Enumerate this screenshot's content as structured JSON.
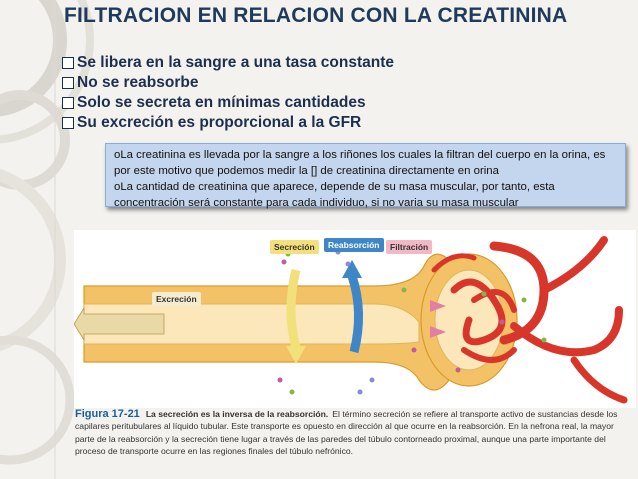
{
  "slide": {
    "title": "FILTRACION EN RELACION CON LA CREATININA",
    "bullets": [
      "Se libera en la sangre a una tasa constante",
      "No se reabsorbe",
      "Solo se secreta en mínimas cantidades",
      "Su excreción es proporcional a la GFR"
    ],
    "note": [
      "oLa creatinina es llevada por la sangre a los riñones los cuales la filtran del cuerpo en la orina, es por este motivo que podemos medir la [] de creatinina directamente en orina",
      "oLa cantidad de creatinina que aparece, depende de su masa muscular, por tanto, esta concentración será constante para cada individuo, si no varia su masa muscular"
    ]
  },
  "figure": {
    "labels": {
      "secretion": "Secreción",
      "reabsorption": "Reabsorción",
      "filtration": "Filtración",
      "excretion": "Excreción"
    },
    "colors": {
      "secretion": "#f2e07a",
      "reabsorption": "#3f86c8",
      "filtration": "#f2b8c6",
      "tubule": "#f4c266",
      "vessel": "#d9362b"
    },
    "caption": {
      "figure": "Figura 17-21",
      "heading": "La secreción es la inversa de la reabsorción.",
      "body": "El término secreción se refiere al transporte activo de sustancias desde los capilares peritubulares al líquido tubular. Este transporte es opuesto en dirección al que ocurre en la reabsorción. En la nefrona real, la mayor parte de la reabsorción y la secreción tiene lugar a través de las paredes del túbulo contorneado proximal, aunque una parte importante del proceso de transporte ocurre en las regiones finales del túbulo nefrónico."
    }
  }
}
